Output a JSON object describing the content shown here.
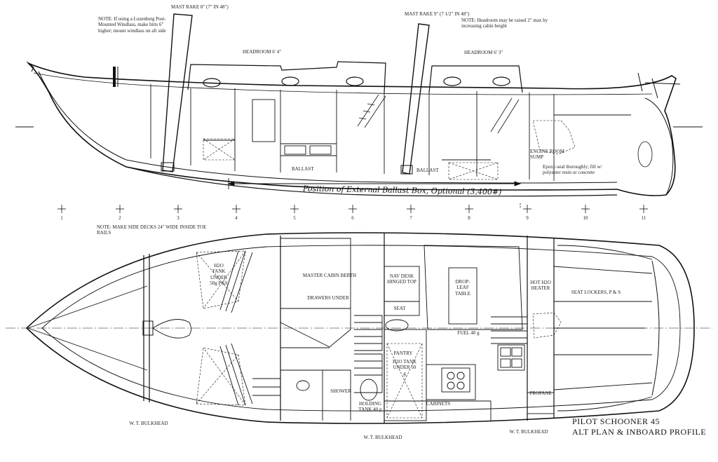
{
  "profile": {
    "notes": {
      "windlass": "NOTE: If using a Luzenberg Post-Mounted Windlass, make bitts 6\" higher; mount windlass on aft side",
      "mast_rake_fore": "MAST RAKE 8\" (7\" IN 48\")",
      "mast_rake_main": "MAST RAKE 9\" (7 1/2\" IN 48\")",
      "headroom_note": "NOTE: Headroom may be raised 2\" max by increasing cabin height",
      "headroom_fwd": "HEADROOM 6' 4\"",
      "headroom_aft": "HEADROOM 6' 3\"",
      "ballast_fwd": "BALLAST",
      "ballast_aft": "BALLAST",
      "engine_sump": "ENGINE ROOM SUMP",
      "epoxy_seal": "Epoxy-seal thoroughly; fill w/ polyester resin or concrete"
    },
    "ballast_box_note": "Position of External Ballast Box, Optional (3,400#)"
  },
  "stations": [
    "1",
    "2",
    "3",
    "4",
    "5",
    "6",
    "7",
    "8",
    "9",
    "10",
    "11"
  ],
  "plan": {
    "side_decks_note": "NOTE: MAKE SIDE DECKS 24\" WIDE INSIDE TOE RAILS",
    "labels": {
      "h2o_tank_fwd": "H2O TANK UNDER 50g P&S",
      "master_berth": "MASTER CABIN BERTH",
      "drawers": "DRAWERS UNDER",
      "nav_desk": "NAV DESK HINGED TOP",
      "seat": "SEAT",
      "drop_leaf": "DROP-LEAF TABLE",
      "fuel": "FUEL 40 g",
      "hot_water": "HOT H2O HEATER",
      "seat_lockers": "SEAT LOCKERS, P & S",
      "pantry": "PANTRY",
      "h2o_tank_aft": "H2O TANK UNDER 50 g",
      "shower": "SHOWER",
      "holding_tank": "HOLDING TANK 40 g",
      "cabinets": "CABINETS",
      "propane": "PROPANE",
      "wt_fwd": "W. T. BULKHEAD",
      "wt_mid": "W. T. BULKHEAD",
      "wt_aft": "W. T. BULKHEAD"
    }
  },
  "title_block": {
    "line1": "PILOT SCHOONER 45",
    "line2": "ALT PLAN & INBOARD PROFILE"
  }
}
